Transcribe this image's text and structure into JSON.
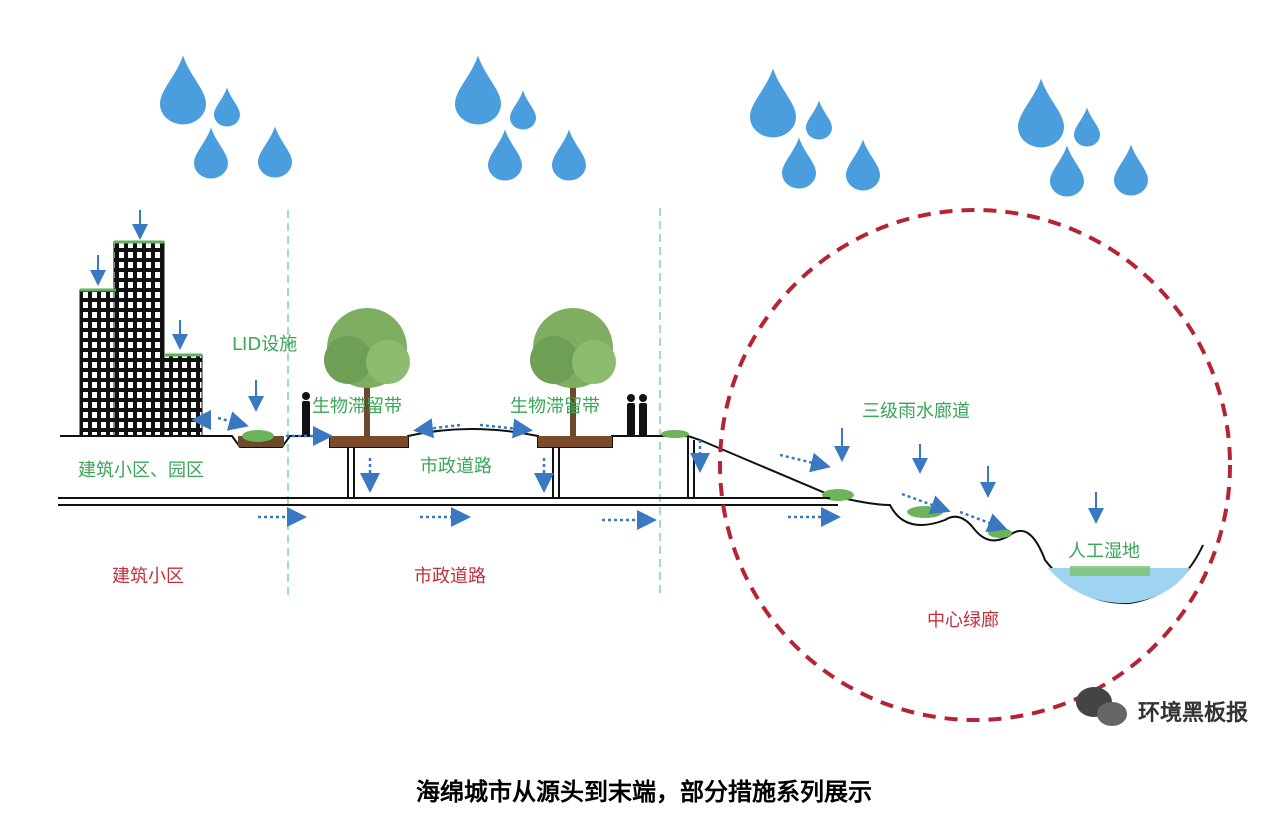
{
  "labels": {
    "lid": "LID设施",
    "bioretention_left": "生物滞留带",
    "bioretention_right": "生物滞留带",
    "residential_area_park": "建筑小区、园区",
    "municipal_road_upper": "市政道路",
    "three_level_corridor": "三级雨水廊道",
    "artificial_wetland": "人工湿地"
  },
  "zones": {
    "residential": "建筑小区",
    "municipal_road": "市政道路",
    "central_green": "中心绿廊"
  },
  "caption": "海绵城市从源头到末端，部分措施系列展示",
  "watermark": "环境黑板报",
  "colors": {
    "rain": "#4a9ede",
    "arrow": "#3a78c2",
    "label_green": "#3aa657",
    "label_red": "#c3303c",
    "circle": "#b52435",
    "divider": "#7fd6b0",
    "wetland_water": "#9ed3f2"
  }
}
